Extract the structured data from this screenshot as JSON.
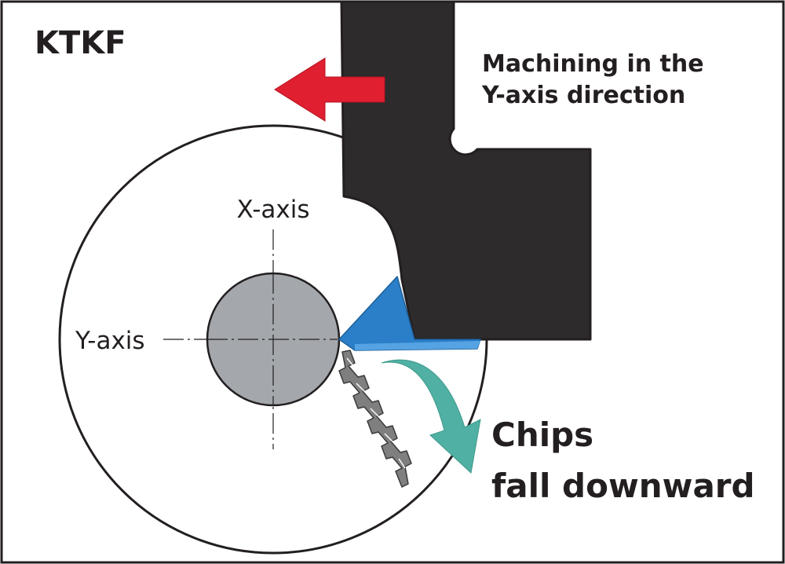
{
  "brand": "KTKF",
  "caption": {
    "line1": "Machining in the",
    "line2": "Y-axis direction"
  },
  "axes": {
    "x_label": "X-axis",
    "y_label": "Y-axis"
  },
  "chips_note": {
    "line1": "Chips",
    "line2": "fall downward"
  },
  "colors": {
    "tool_holder": "#2d2b2c",
    "insert": "#2b7fc8",
    "workpiece": "#a4a7ab",
    "feed_arrow": "#e01f30",
    "chip_arrow": "#4fb0a3",
    "chip": "#7f7f7f"
  },
  "icons": {
    "feed_direction": "arrow-left-icon",
    "chip_flow": "curved-arrow-down-icon"
  }
}
